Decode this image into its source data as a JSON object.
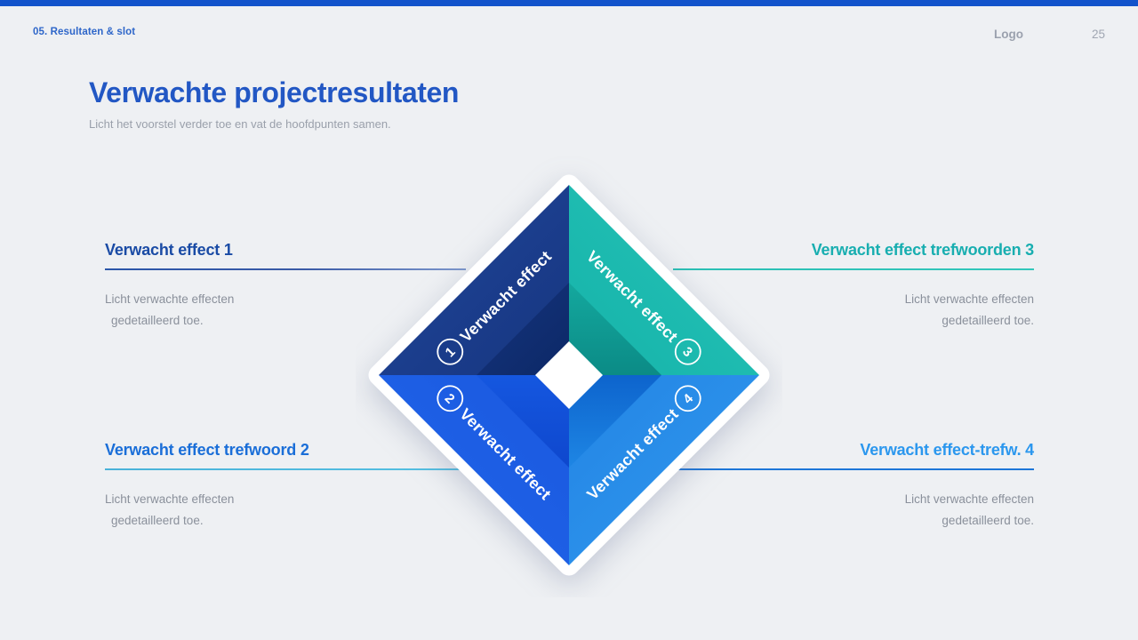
{
  "slide": {
    "background": "#eef0f3",
    "top_bar_color": "#1253cb"
  },
  "header": {
    "breadcrumb": "05. Resultaten & slot",
    "logo": "Logo",
    "page_number": "25"
  },
  "title": {
    "heading": "Verwachte projectresultaten",
    "subtitle": "Licht het voorstel verder toe en vat de hoofdpunten samen.",
    "heading_color": "#2257c4"
  },
  "effects": [
    {
      "heading": "Verwacht effect 1",
      "desc_line1": "Licht verwachte effecten",
      "desc_line2": "gedetailleerd toe.",
      "position": "top-left",
      "accent": "#1a4ba5",
      "line_color": "#2b56a9"
    },
    {
      "heading": "Verwacht effect trefwoord 2",
      "desc_line1": "Licht verwachte effecten",
      "desc_line2": "gedetailleerd toe.",
      "position": "bottom-left",
      "accent": "#1a6ed8",
      "line_color": "#49b2d9"
    },
    {
      "heading": "Verwacht effect trefwoorden 3",
      "desc_line1": "Licht verwachte effecten",
      "desc_line2": "gedetailleerd toe.",
      "position": "top-right",
      "accent": "#18aeb0",
      "line_color": "#2abfb4"
    },
    {
      "heading": "Verwacht effect-trefw. 4",
      "desc_line1": "Licht verwachte effecten",
      "desc_line2": "gedetailleerd toe.",
      "position": "bottom-right",
      "accent": "#2b97ee",
      "line_color": "#1d76d8"
    }
  ],
  "diamond": {
    "segments": [
      {
        "number": "1",
        "label": "Verwacht effect",
        "quadrant": "top-left",
        "outer_color": "#1e4195",
        "inner_color": "#102e74"
      },
      {
        "number": "2",
        "label": "Verwacht effect",
        "quadrant": "bottom-left",
        "outer_color": "#1e61e8",
        "inner_color": "#1153dc"
      },
      {
        "number": "3",
        "label": "Verwacht effect",
        "quadrant": "top-right",
        "outer_color": "#1fbdb2",
        "inner_color": "#0da09a"
      },
      {
        "number": "4",
        "label": "Verwacht effect",
        "quadrant": "bottom-right",
        "outer_color": "#2d96ec",
        "inner_color": "#1268d0"
      }
    ],
    "center_color": "#ffffff",
    "border_color": "#ffffff"
  }
}
